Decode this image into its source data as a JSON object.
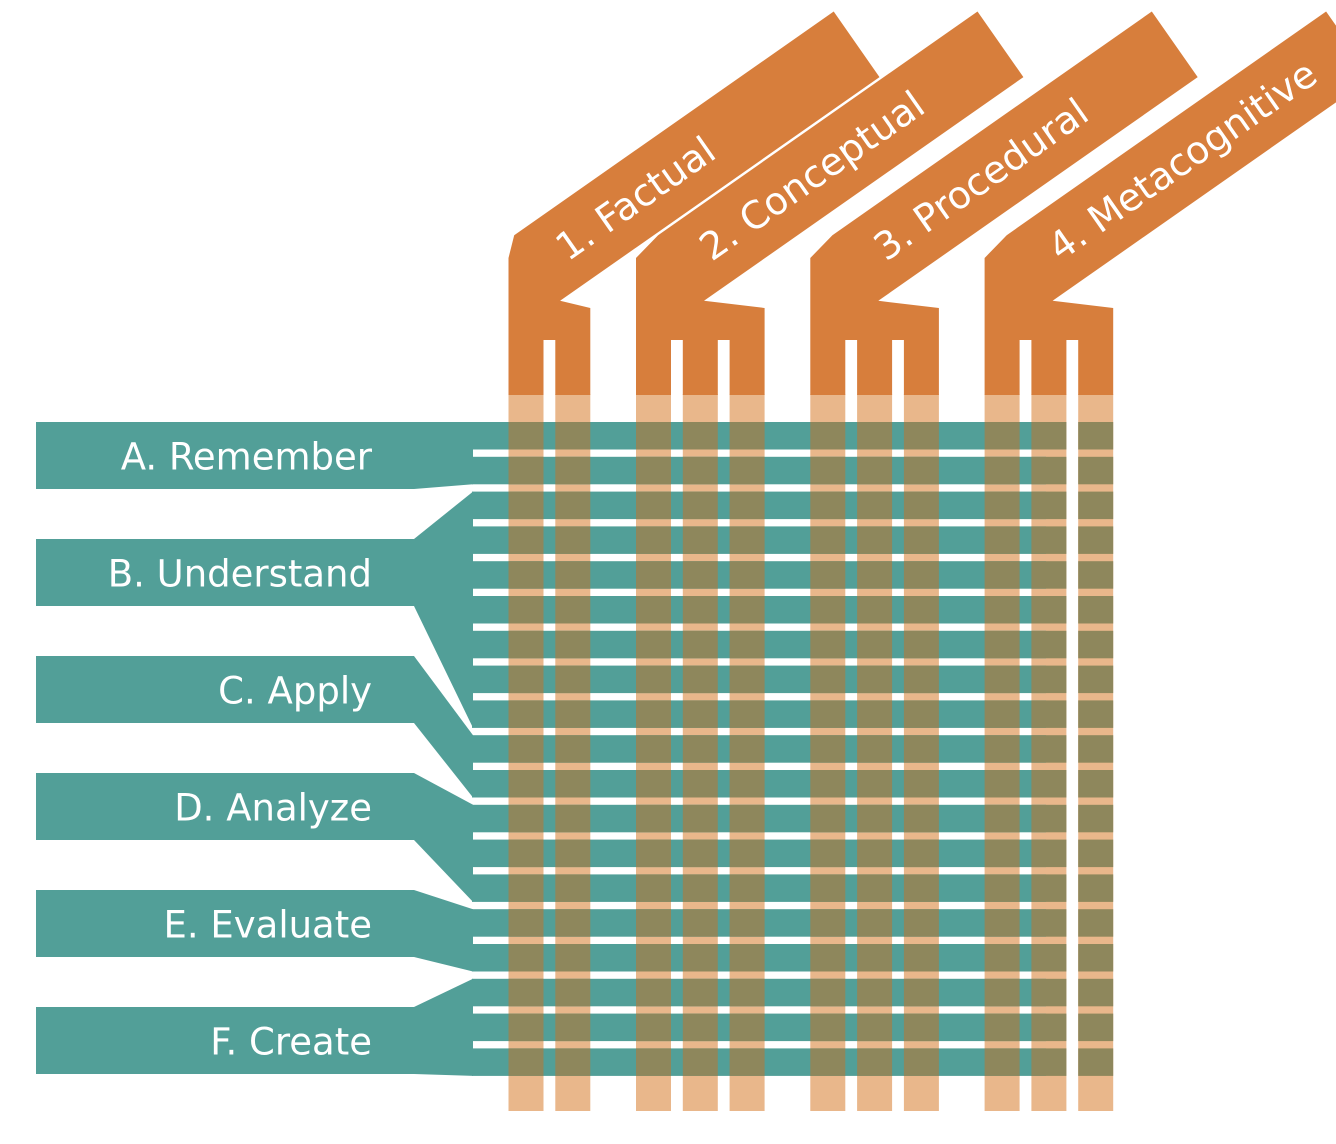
{
  "title": "",
  "colors": {
    "teal": "#529f98",
    "orange": "#d77e3c",
    "light_orange": "#e9b78b",
    "overlap": "#8e875c",
    "text": "#ffffff",
    "background": "#ffffff"
  },
  "cognitive_process": [
    {
      "id": "remember",
      "label": "A. Remember",
      "strands": 2
    },
    {
      "id": "understand",
      "label": "B. Understand",
      "strands": 7
    },
    {
      "id": "apply",
      "label": "C. Apply",
      "strands": 2
    },
    {
      "id": "analyze",
      "label": "D. Analyze",
      "strands": 3
    },
    {
      "id": "evaluate",
      "label": "E. Evaluate",
      "strands": 2
    },
    {
      "id": "create",
      "label": "F. Create",
      "strands": 3
    }
  ],
  "knowledge": [
    {
      "id": "factual",
      "label": "1. Factual",
      "strands": 2
    },
    {
      "id": "conceptual",
      "label": "2. Conceptual",
      "strands": 3
    },
    {
      "id": "procedural",
      "label": "3. Procedural",
      "strands": 3
    },
    {
      "id": "metacognitive",
      "label": "4. Metacognitive",
      "strands": 3
    }
  ]
}
